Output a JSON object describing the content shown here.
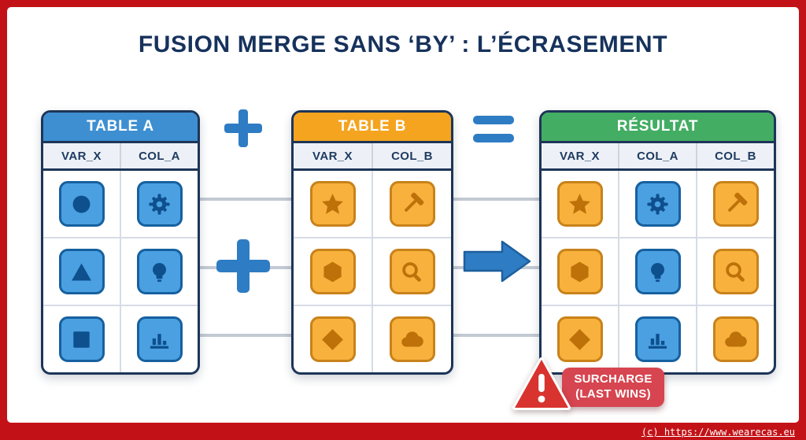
{
  "page": {
    "title": "FUSION MERGE SANS ‘BY’ : L’ÉCRASEMENT",
    "copyright": "(c) https://www.wearecas.eu"
  },
  "tables": {
    "table_a": {
      "title": "TABLE A",
      "columns": [
        "VAR_X",
        "COL_A"
      ],
      "rows": [
        [
          "circle",
          "gear"
        ],
        [
          "triangle",
          "lightbulb"
        ],
        [
          "square",
          "bar-chart"
        ]
      ],
      "tile_style": "blue"
    },
    "table_b": {
      "title": "TABLE B",
      "columns": [
        "VAR_X",
        "COL_B"
      ],
      "rows": [
        [
          "star",
          "hammer"
        ],
        [
          "hexagon",
          "magnifier"
        ],
        [
          "diamond",
          "cloud"
        ]
      ],
      "tile_style": "orange"
    },
    "result": {
      "title": "RÉSULTAT",
      "columns": [
        "VAR_X",
        "COL_A",
        "COL_B"
      ],
      "rows": [
        [
          "star",
          "gear",
          "hammer"
        ],
        [
          "hexagon",
          "lightbulb",
          "magnifier"
        ],
        [
          "diamond",
          "bar-chart",
          "cloud"
        ]
      ],
      "tile_styles_per_column": [
        "orange",
        "blue",
        "orange"
      ]
    }
  },
  "operators": {
    "plus_top": "+",
    "plus_middle": "+",
    "equals": "=",
    "arrow": "→"
  },
  "warning": {
    "line1": "SURCHARGE",
    "line2": "(LAST WINS)"
  },
  "colors": {
    "frame_red": "#c31217",
    "table_a_header": "#3d8fd1",
    "table_b_header": "#f5a41f",
    "result_header": "#43ad63",
    "accent_blue": "#2e7cc3",
    "tile_blue": "#4aa0e0",
    "tile_orange": "#f8b13c",
    "warning_red": "#d8332e",
    "badge_red": "#d64550",
    "title_navy": "#16325c"
  }
}
